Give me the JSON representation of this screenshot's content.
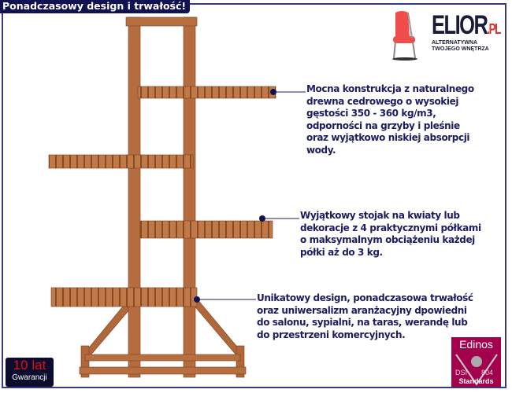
{
  "header": {
    "title": "Ponadczasowy design i trwałość!"
  },
  "logo": {
    "brand": "ELIOR",
    "brand_suffix": ".PL",
    "tagline": "ALTERNATYWNA TWOJEGO WNĘTRZA"
  },
  "descriptions": [
    "Mocna konstrukcja z naturalnego\ndrewna cedrowego o wysokiej\ngęstości 350 - 360 kg/m3,\nodporności na grzyby i pleśnie\noraz wyjątkowo niskiej absorpcji\nwody.",
    "Wyjątkowy stojak na kwiaty lub\ndekoracje z 4 praktycznymi półkami\no maksymalnym obciążeniu każdej\npółki aż do 3 kg.",
    "Unikatowy design, ponadczasowa trwałość\noraz uniwersalizm aranżacyjny dpowiedni\ndo salonu, sypialni, na taras, werandę lub\ndo przestrzeni komercyjnych."
  ],
  "badges": {
    "warranty_years": "10 lat",
    "warranty_label": "Gwarancji",
    "edinos_top": "Edinos",
    "edinos_dsi": "DSI",
    "edinos_num": "804",
    "edinos_bottom": "Standards"
  },
  "colors": {
    "navy": "#121250",
    "wood": "#b0673a",
    "edinos": "#a3004e",
    "accent_red": "#e01010"
  }
}
